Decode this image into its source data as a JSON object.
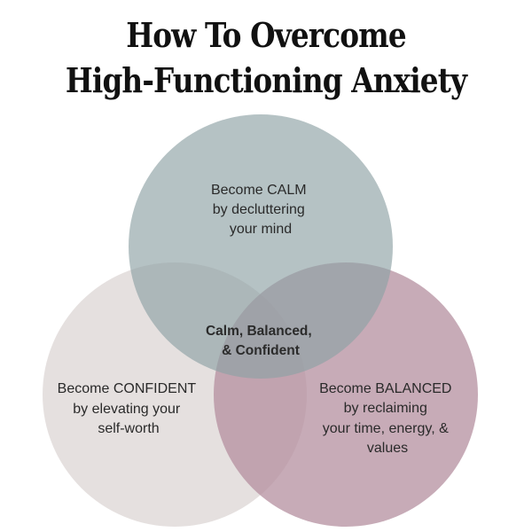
{
  "title": {
    "line1": "How To Overcome",
    "line2": "High-Functioning Anxiety"
  },
  "circles": {
    "calm": {
      "lines": [
        "Become CALM",
        "by decluttering",
        "your mind"
      ],
      "color": "#9fb0b3"
    },
    "confident": {
      "lines": [
        "Become CONFIDENT",
        "by elevating your",
        "self-worth"
      ],
      "color": "#e0dbd9"
    },
    "balanced": {
      "lines": [
        "Become BALANCED",
        "by reclaiming",
        "your time, energy, &",
        "values"
      ],
      "color": "#b48f9f"
    }
  },
  "center": {
    "lines": [
      "Calm, Balanced,",
      "& Confident"
    ]
  }
}
